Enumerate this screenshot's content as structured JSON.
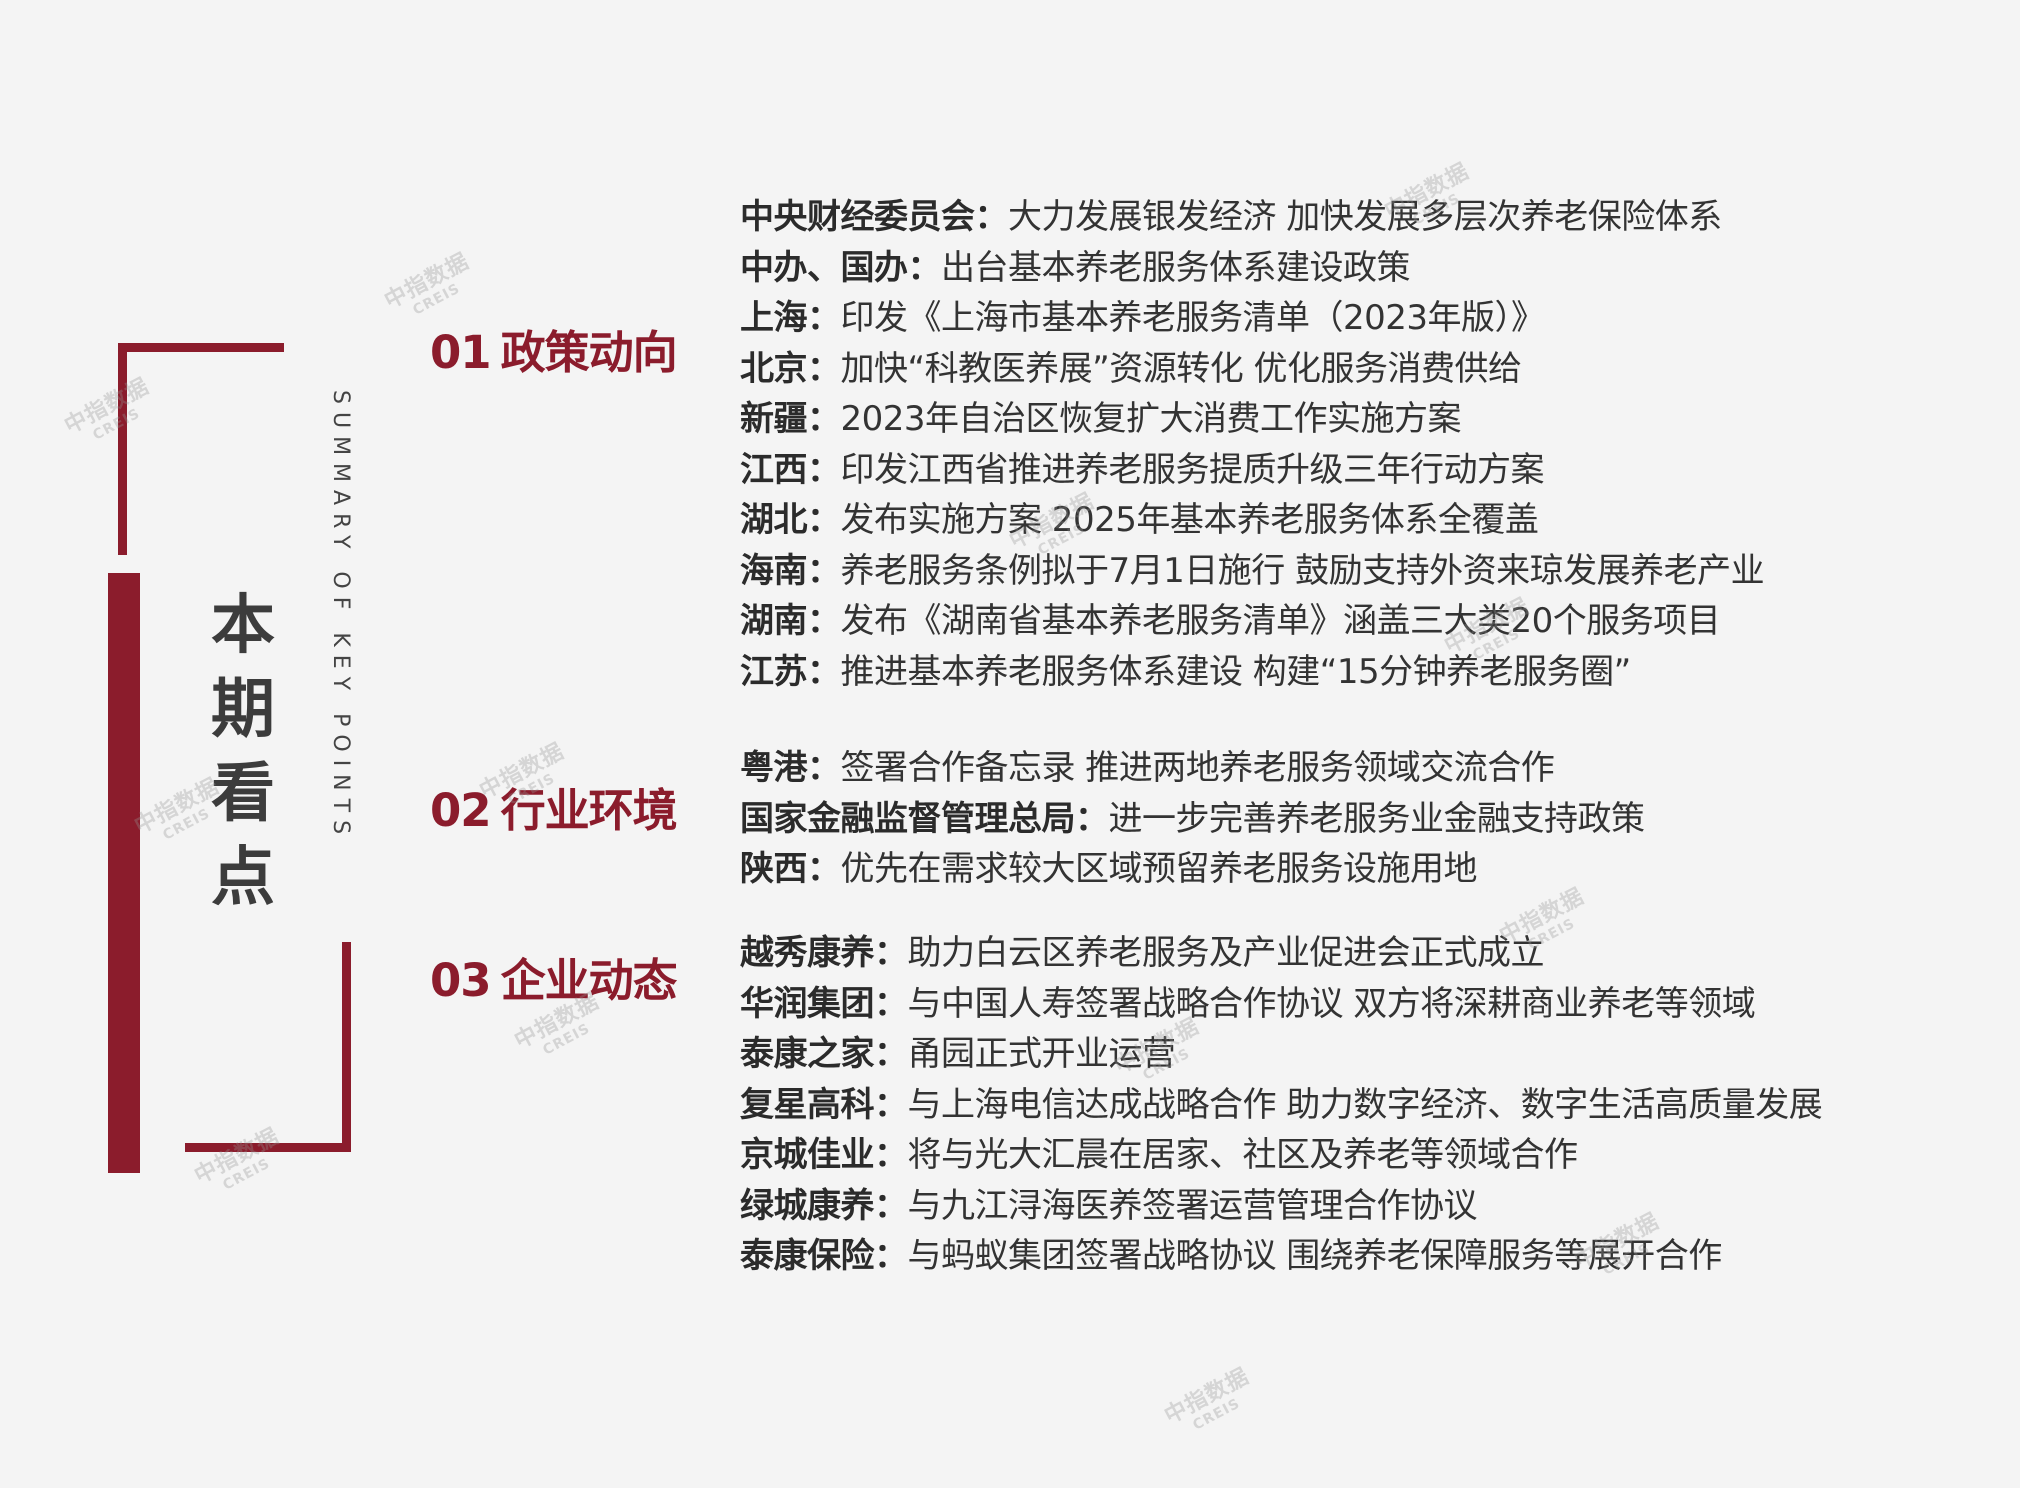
{
  "title": "本期看点",
  "subtitle_en": "SUMMARY OF KEY POINTS",
  "watermark": {
    "cn": "中指数据",
    "en": "CREIS"
  },
  "sections": [
    {
      "num": "01",
      "label": "政策动向",
      "items": [
        {
          "key": "中央财经委员会",
          "sep": "：",
          "text": "大力发展银发经济 加快发展多层次养老保险体系"
        },
        {
          "key": "中办、国办",
          "sep": "：",
          "text": "出台基本养老服务体系建设政策"
        },
        {
          "key": "上海",
          "sep": "：",
          "text": "印发《上海市基本养老服务清单（2023年版）》"
        },
        {
          "key": "北京",
          "sep": "：",
          "text": "加快“科教医养展”资源转化 优化服务消费供给"
        },
        {
          "key": "新疆",
          "sep": "：",
          "text": "2023年自治区恢复扩大消费工作实施方案"
        },
        {
          "key": "江西",
          "sep": "：",
          "text": "印发江西省推进养老服务提质升级三年行动方案"
        },
        {
          "key": "湖北",
          "sep": "：",
          "text": "发布实施方案 2025年基本养老服务体系全覆盖"
        },
        {
          "key": "海南",
          "sep": "：",
          "text": "养老服务条例拟于7月1日施行 鼓励支持外资来琼发展养老产业"
        },
        {
          "key": "湖南",
          "sep": "：",
          "text": "发布《湖南省基本养老服务清单》涵盖三大类20个服务项目"
        },
        {
          "key": "江苏",
          "sep": "：",
          "text": "推进基本养老服务体系建设 构建“15分钟养老服务圈”"
        }
      ]
    },
    {
      "num": "02",
      "label": "行业环境",
      "items": [
        {
          "key": "粤港",
          "sep": "：",
          "text": "签署合作备忘录 推进两地养老服务领域交流合作"
        },
        {
          "key": "国家金融监督管理总局",
          "sep": "：",
          "text": "进一步完善养老服务业金融支持政策"
        },
        {
          "key": "陕西",
          "sep": "：",
          "text": "优先在需求较大区域预留养老服务设施用地"
        }
      ]
    },
    {
      "num": "03",
      "label": "企业动态",
      "items": [
        {
          "key": "越秀康养",
          "sep": "：",
          "text": "助力白云区养老服务及产业促进会正式成立"
        },
        {
          "key": "华润集团",
          "sep": "：",
          "text": "与中国人寿签署战略合作协议 双方将深耕商业养老等领域"
        },
        {
          "key": "泰康之家",
          "sep": "：",
          "text": "甬园正式开业运营"
        },
        {
          "key": "复星高科",
          "sep": "：",
          "text": "与上海电信达成战略合作 助力数字经济、数字生活高质量发展"
        },
        {
          "key": "京城佳业",
          "sep": "：",
          "text": "将与光大汇晨在居家、社区及养老等领域合作"
        },
        {
          "key": "绿城康养",
          "sep": "：",
          "text": "与九江浔海医养签署运营管理合作协议"
        },
        {
          "key": "泰康保险",
          "sep": "：",
          "text": "与蚂蚁集团签署战略协议 围绕养老保障服务等展开合作"
        }
      ]
    }
  ]
}
